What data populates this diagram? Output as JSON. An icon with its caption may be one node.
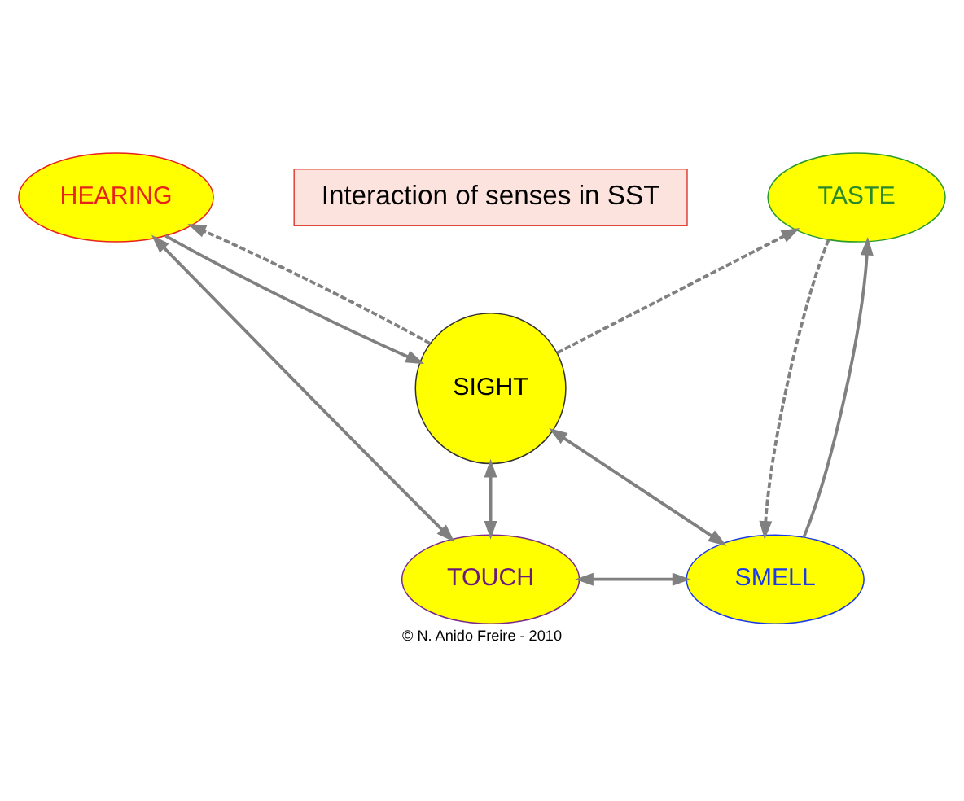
{
  "diagram": {
    "caption": "© N. Anido Freire - 2010",
    "nodes": [
      {
        "text": [
          "Interaction of senses in SST"
        ]
      },
      {
        "text": [
          "HEARING"
        ]
      },
      {
        "text": [
          "TASTE"
        ]
      },
      {
        "text": [
          "SIGHT"
        ]
      },
      {
        "text": [
          "TOUCH"
        ]
      },
      {
        "text": [
          "SMELL"
        ]
      }
    ],
    "edges": [
      {
        "from": 1,
        "to": 3,
        "arrow": "to"
      },
      {
        "from": 3,
        "to": 1,
        "arrow": "to",
        "style": "dashed"
      },
      {
        "from": 3,
        "to": 2,
        "arrow": "to",
        "style": "dashed"
      },
      {
        "from": 2,
        "to": 5,
        "arrow": "to",
        "style": "dashed"
      },
      {
        "from": 5,
        "to": 2,
        "arrow": "to"
      },
      {
        "from": 1,
        "to": 4,
        "arrow": "both"
      },
      {
        "from": 4,
        "to": 3,
        "arrow": "both"
      },
      {
        "from": 3,
        "to": 5,
        "arrow": "both"
      },
      {
        "from": 4,
        "to": 5,
        "arrow": "both"
      }
    ]
  }
}
